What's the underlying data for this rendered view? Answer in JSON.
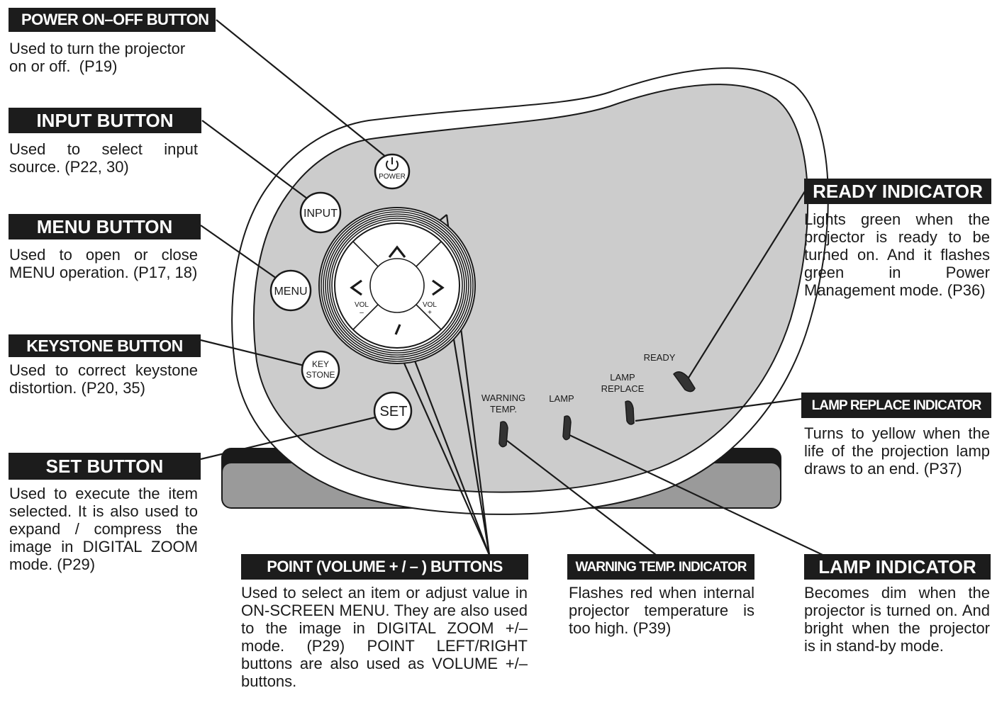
{
  "colors": {
    "label_bg": "#1c1c1c",
    "label_text": "#ffffff",
    "panel_gray": "#cccccc",
    "base_gray": "#9a9a9a",
    "body_text": "#1a1a1a"
  },
  "labels": {
    "power": {
      "title": "POWER ON–OFF BUTTON",
      "desc": "Used to turn the projector\non or off.  (P19)"
    },
    "input": {
      "title": "INPUT BUTTON",
      "desc": "Used to select input source.  (P22, 30)"
    },
    "menu": {
      "title": "MENU BUTTON",
      "desc": "Used to open or close MENU operation. (P17, 18)"
    },
    "keystone": {
      "title": "KEYSTONE BUTTON",
      "desc": "Used to correct keystone distortion. (P20, 35)"
    },
    "set": {
      "title": "SET BUTTON",
      "desc": "Used to execute the item selected.  It is also used to expand / compress the image in DIGITAL ZOOM mode. (P29)"
    },
    "point": {
      "title": "POINT (VOLUME + / – ) BUTTONS",
      "desc": "Used to select an item or adjust value in ON-SCREEN MENU.  They are also used to the image in DIGITAL ZOOM +/– mode. (P29) POINT LEFT/RIGHT buttons are also used as VOLUME +/– buttons."
    },
    "warning": {
      "title": "WARNING TEMP. INDICATOR",
      "desc": "Flashes red when internal projector temperature is too high.  (P39)"
    },
    "lamp": {
      "title": "LAMP INDICATOR",
      "desc": "Becomes dim when the projector is turned on. And bright when the projector is in stand-by mode."
    },
    "ready": {
      "title": "READY INDICATOR",
      "desc": "Lights  green when the projector is ready to be turned on.   And it flashes green in Power Management mode. (P36)"
    },
    "lamp_replace": {
      "title": "LAMP REPLACE INDICATOR",
      "desc": "Turns to yellow when the life of the projection lamp draws to an end. (P37)"
    }
  },
  "panel": {
    "power_btn": "POWER",
    "input_btn": "INPUT",
    "menu_btn": "MENU",
    "key_btn_1": "KEY",
    "key_btn_2": "STONE",
    "set_btn": "SET",
    "vol_minus_1": "VOL",
    "vol_minus_2": "–",
    "vol_plus_1": "VOL",
    "vol_plus_2": "+",
    "warning_1": "WARNING",
    "warning_2": "TEMP.",
    "lamp": "LAMP",
    "lamp_replace_1": "LAMP",
    "lamp_replace_2": "REPLACE",
    "ready": "READY"
  },
  "icons": {
    "power": "power-icon",
    "up": "chevron-up-icon",
    "down": "chevron-down-icon",
    "left": "chevron-left-icon",
    "right": "chevron-right-icon"
  }
}
